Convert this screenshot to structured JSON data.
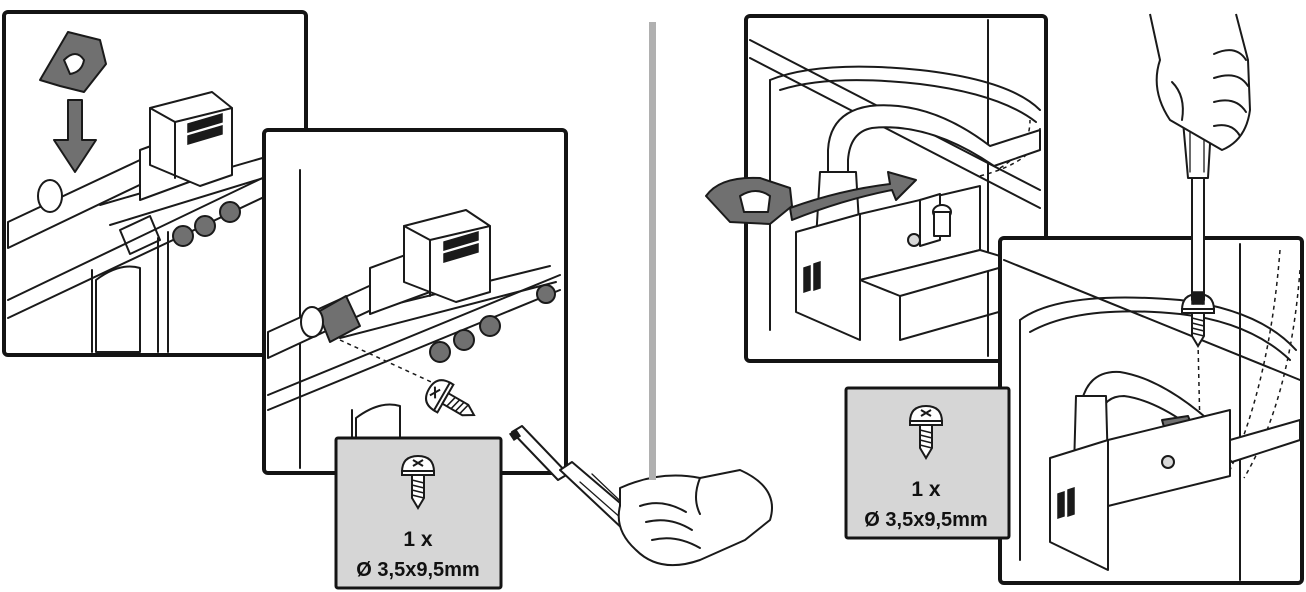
{
  "left_step": {
    "spec_label": {
      "quantity": "1 x",
      "dimension": "Ø 3,5x9,5mm"
    }
  },
  "right_step": {
    "spec_label": {
      "quantity": "1 x",
      "dimension": "Ø 3,5x9,5mm"
    }
  },
  "colors": {
    "divider": "#b0b0b0",
    "label_box": "#d6d6d6",
    "line_art": "#1a1a1a"
  }
}
